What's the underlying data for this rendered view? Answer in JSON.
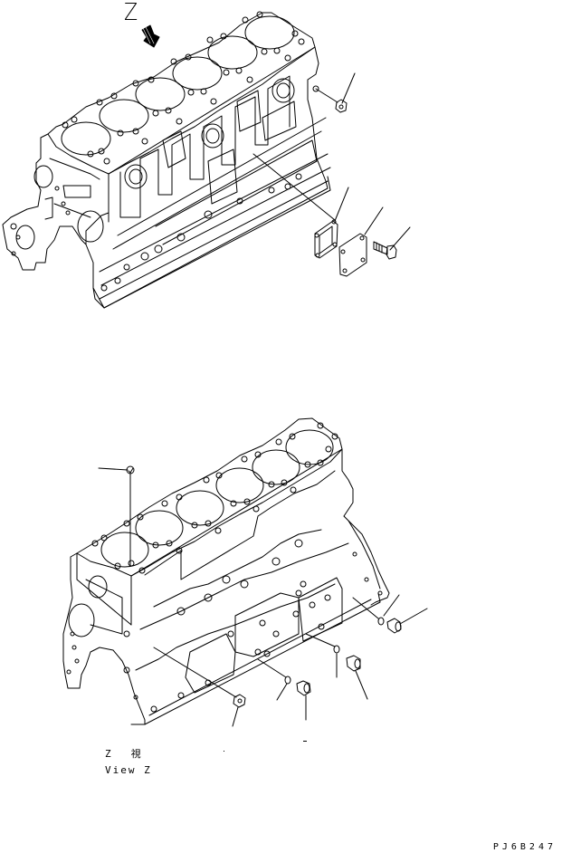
{
  "figure": {
    "type": "parts-catalog-exploded-view",
    "subject": "Cylinder block (6-cylinder) with covers, gaskets, plugs and bolts",
    "drawing_code": "PJ6B247",
    "colors": {
      "line": "#000000",
      "background": "#ffffff"
    }
  },
  "top_view": {
    "view_marker": {
      "letter": "Z",
      "arrow_icon": "hatched-view-arrow"
    },
    "callouts": [
      {
        "id": "t1",
        "part": "plug",
        "leader_from": [
          388,
          82
        ],
        "leader_to": [
          378,
          118
        ]
      },
      {
        "id": "t2",
        "part": "gasket",
        "leader_from": [
          385,
          207
        ],
        "leader_to": [
          370,
          245
        ]
      },
      {
        "id": "t3",
        "part": "cover-plate",
        "leader_from": [
          422,
          229
        ],
        "leader_to": [
          403,
          262
        ]
      },
      {
        "id": "t4",
        "part": "bolt",
        "leader_from": [
          453,
          251
        ],
        "leader_to": [
          428,
          274
        ]
      }
    ]
  },
  "bottom_view": {
    "caption": {
      "jp_letter": "Z",
      "jp_kanji": "視",
      "en": "View Z"
    },
    "callouts": [
      {
        "id": "b1",
        "part": "plug",
        "leader_from": [
          109,
          517
        ],
        "leader_to": [
          143,
          519
        ]
      },
      {
        "id": "b2",
        "part": "washer",
        "leader_from": [
          441,
          657
        ],
        "leader_to": [
          421,
          683
        ]
      },
      {
        "id": "b3",
        "part": "plug",
        "leader_from": [
          472,
          672
        ],
        "leader_to": [
          440,
          690
        ]
      },
      {
        "id": "b4",
        "part": "washer",
        "leader_from": [
          372,
          748
        ],
        "leader_to": [
          372,
          718
        ]
      },
      {
        "id": "b5",
        "part": "plug",
        "leader_from": [
          406,
          772
        ],
        "leader_to": [
          395,
          740
        ]
      },
      {
        "id": "b6",
        "part": "washer",
        "leader_from": [
          306,
          773
        ],
        "leader_to": [
          318,
          752
        ]
      },
      {
        "id": "b7",
        "part": "plug",
        "leader_from": [
          338,
          795
        ],
        "leader_to": [
          338,
          770
        ]
      },
      {
        "id": "b8",
        "part": "plug",
        "leader_from": [
          257,
          802
        ],
        "leader_to": [
          264,
          778
        ]
      }
    ]
  }
}
